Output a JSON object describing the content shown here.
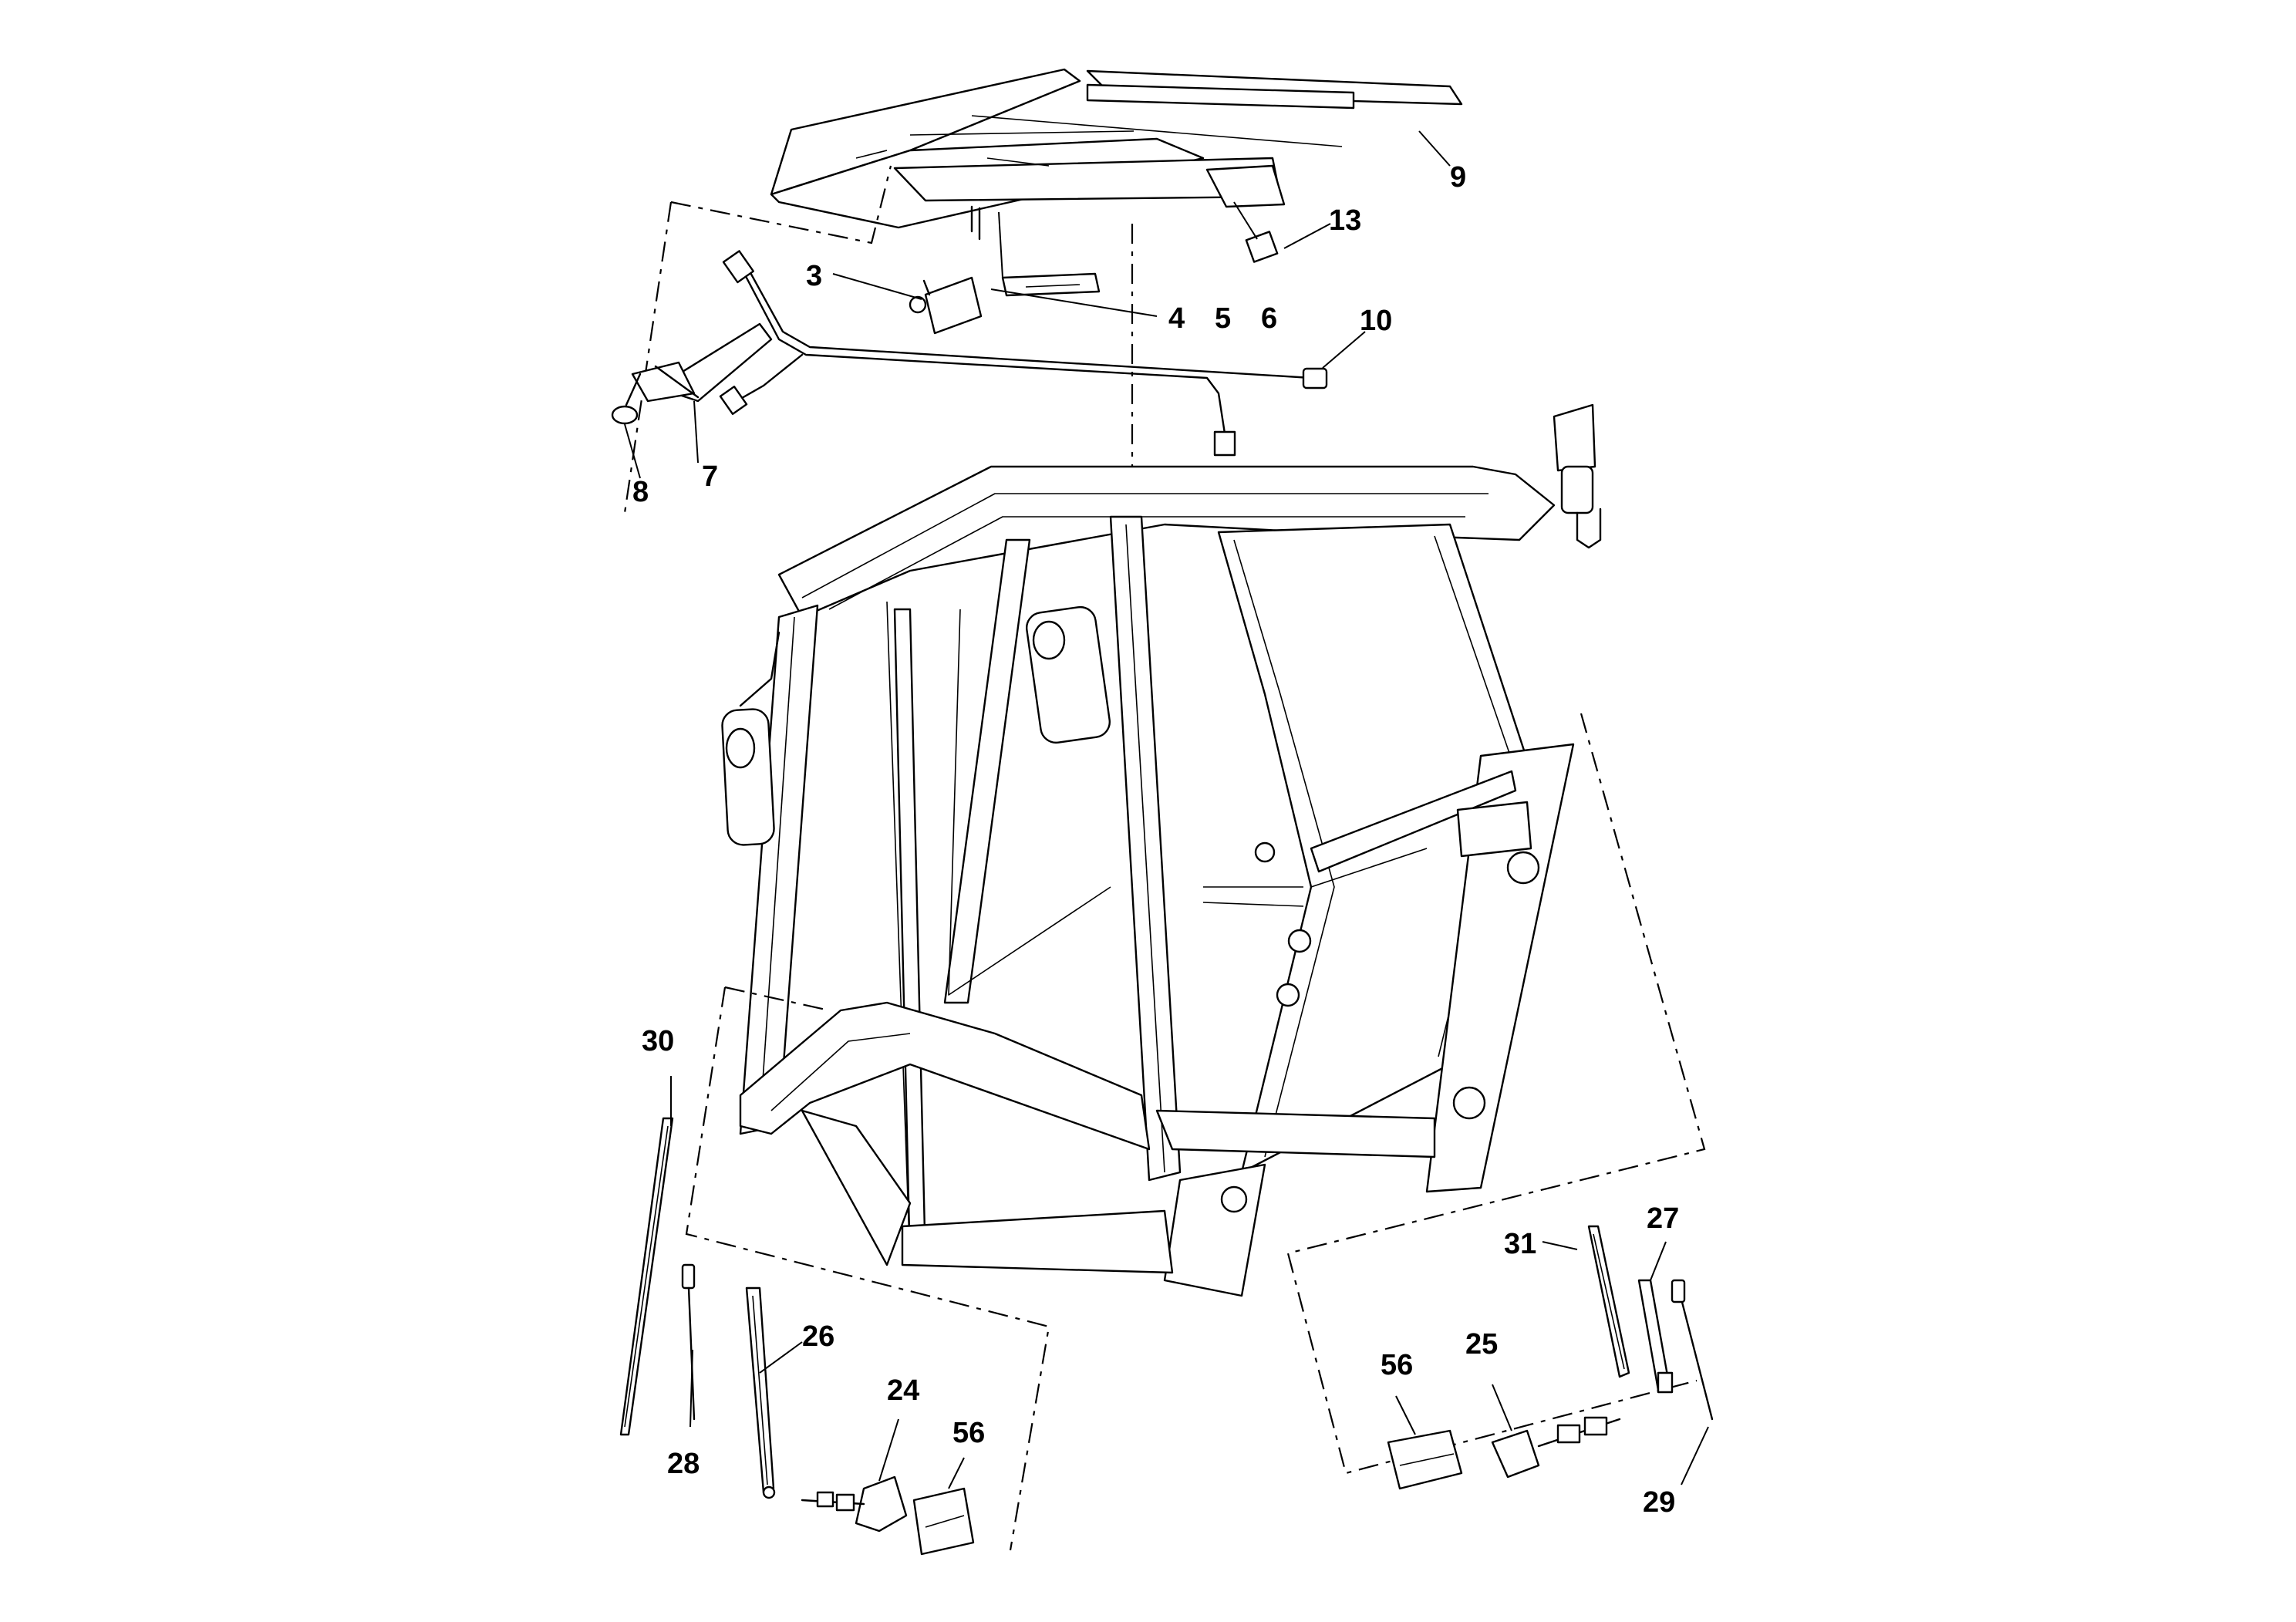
{
  "diagram": {
    "labels": {
      "p3": "3",
      "p4": "4",
      "p5": "5",
      "p6": "6",
      "p7": "7",
      "p8": "8",
      "p9": "9",
      "p10": "10",
      "p13": "13",
      "p24": "24",
      "p25": "25",
      "p26": "26",
      "p27": "27",
      "p28": "28",
      "p29": "29",
      "p30": "30",
      "p31": "31",
      "p56a": "56",
      "p56b": "56"
    },
    "colors": {
      "line": "#000000",
      "background": "#ffffff"
    }
  }
}
